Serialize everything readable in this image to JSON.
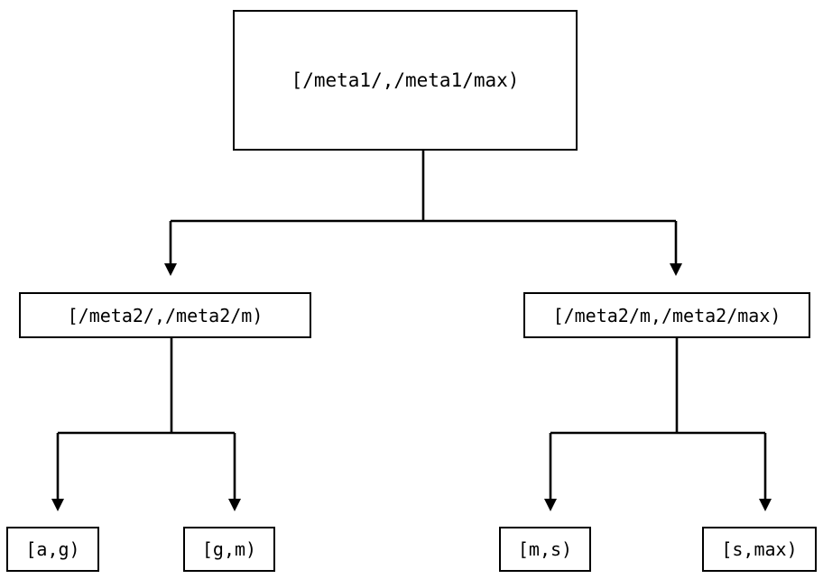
{
  "diagram": {
    "type": "range-partition-tree",
    "orientation": "top-down",
    "background_color": "#ffffff",
    "stroke_color": "#000000",
    "text_color": "#000000",
    "nodes": {
      "root": {
        "label": "[/meta1/,/meta1/max)"
      },
      "meta2_low": {
        "label": "[/meta2/,/meta2/m)"
      },
      "meta2_high": {
        "label": "[/meta2/m,/meta2/max)"
      },
      "leaf_ag": {
        "label": "[a,g)"
      },
      "leaf_gm": {
        "label": "[g,m)"
      },
      "leaf_ms": {
        "label": "[m,s)"
      },
      "leaf_smax": {
        "label": "[s,max)"
      }
    },
    "edges": [
      {
        "from": "root",
        "to": "meta2_low",
        "arrowhead": "filled-triangle-down"
      },
      {
        "from": "root",
        "to": "meta2_high",
        "arrowhead": "filled-triangle-down"
      },
      {
        "from": "meta2_low",
        "to": "leaf_ag",
        "arrowhead": "filled-triangle-down"
      },
      {
        "from": "meta2_low",
        "to": "leaf_gm",
        "arrowhead": "filled-triangle-down"
      },
      {
        "from": "meta2_high",
        "to": "leaf_ms",
        "arrowhead": "filled-triangle-down"
      },
      {
        "from": "meta2_high",
        "to": "leaf_smax",
        "arrowhead": "filled-triangle-down"
      }
    ]
  }
}
